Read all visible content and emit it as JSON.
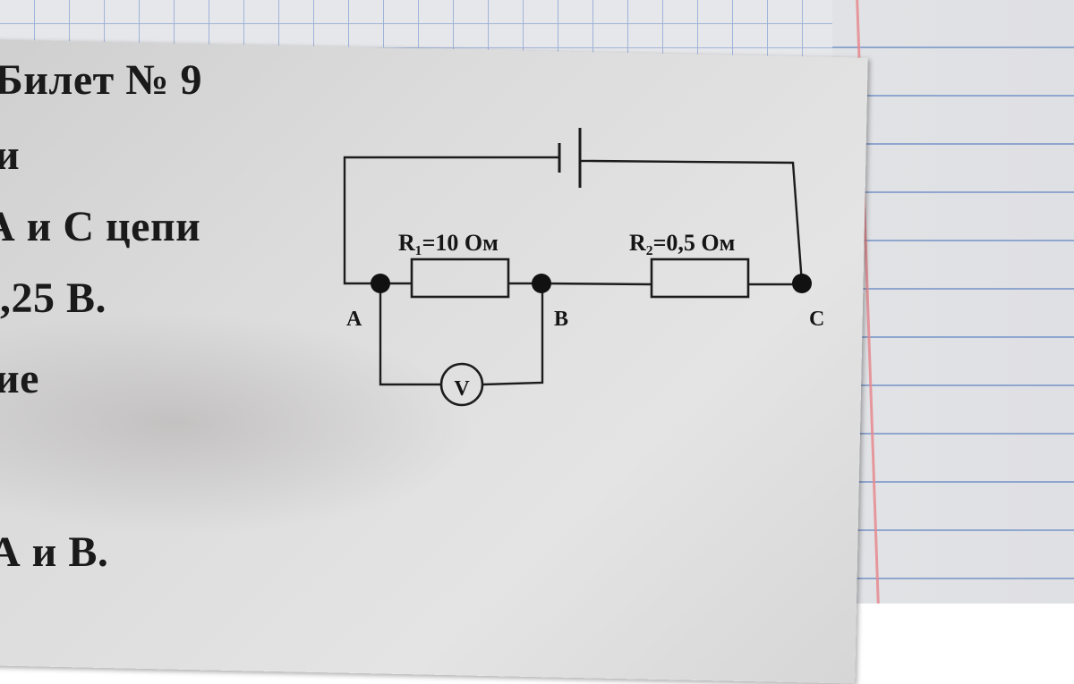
{
  "page_text": {
    "line1": "Билет № 9",
    "line2": "и",
    "line3": "А и С цепи",
    "line4": ",25 В.",
    "line5": "ие",
    "line6": "А и В."
  },
  "circuit": {
    "r1_label": "R₁=10 Ом",
    "r2_label": "R₂=0,5 Ом",
    "node_a": "A",
    "node_b": "B",
    "node_c": "C",
    "voltmeter": "V"
  }
}
